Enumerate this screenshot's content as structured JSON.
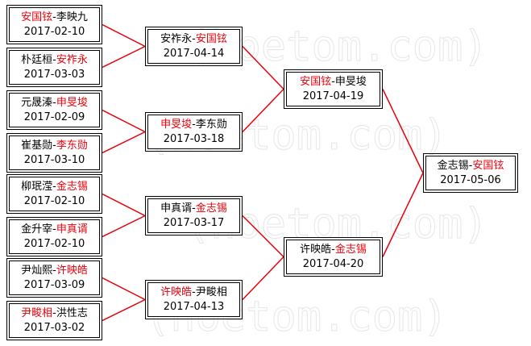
{
  "colors": {
    "winner": "#e8000b",
    "text": "#000000",
    "line": "#e8000b"
  },
  "watermark": "(hoetom.com)",
  "rounds": [
    {
      "name": "round-1",
      "matches": [
        {
          "p1": "安国铉",
          "p2": "李映九",
          "winner": 1,
          "date": "2017-02-10"
        },
        {
          "p1": "朴廷桓",
          "p2": "安祚永",
          "winner": 2,
          "date": "2017-03-03"
        },
        {
          "p1": "元晟溱",
          "p2": "申旻埈",
          "winner": 2,
          "date": "2017-02-09"
        },
        {
          "p1": "崔基勋",
          "p2": "李东勋",
          "winner": 2,
          "date": "2017-03-10"
        },
        {
          "p1": "柳珉滢",
          "p2": "金志锡",
          "winner": 2,
          "date": "2017-02-10"
        },
        {
          "p1": "金升宰",
          "p2": "申真谞",
          "winner": 2,
          "date": "2017-02-10"
        },
        {
          "p1": "尹灿熙",
          "p2": "许映皓",
          "winner": 2,
          "date": "2017-03-09"
        },
        {
          "p1": "尹畯相",
          "p2": "洪性志",
          "winner": 1,
          "date": "2017-03-02"
        }
      ]
    },
    {
      "name": "round-2",
      "matches": [
        {
          "p1": "安祚永",
          "p2": "安国铉",
          "winner": 2,
          "date": "2017-04-14"
        },
        {
          "p1": "申旻埈",
          "p2": "李东勋",
          "winner": 1,
          "date": "2017-03-18"
        },
        {
          "p1": "申真谞",
          "p2": "金志锡",
          "winner": 2,
          "date": "2017-03-17"
        },
        {
          "p1": "许映皓",
          "p2": "尹畯相",
          "winner": 1,
          "date": "2017-04-13"
        }
      ]
    },
    {
      "name": "semifinal",
      "matches": [
        {
          "p1": "安国铉",
          "p2": "申旻埈",
          "winner": 1,
          "date": "2017-04-19"
        },
        {
          "p1": "许映皓",
          "p2": "金志锡",
          "winner": 2,
          "date": "2017-04-20"
        }
      ]
    },
    {
      "name": "final",
      "matches": [
        {
          "p1": "金志锡",
          "p2": "安国铉",
          "winner": 2,
          "date": "2017-05-06"
        }
      ]
    }
  ]
}
